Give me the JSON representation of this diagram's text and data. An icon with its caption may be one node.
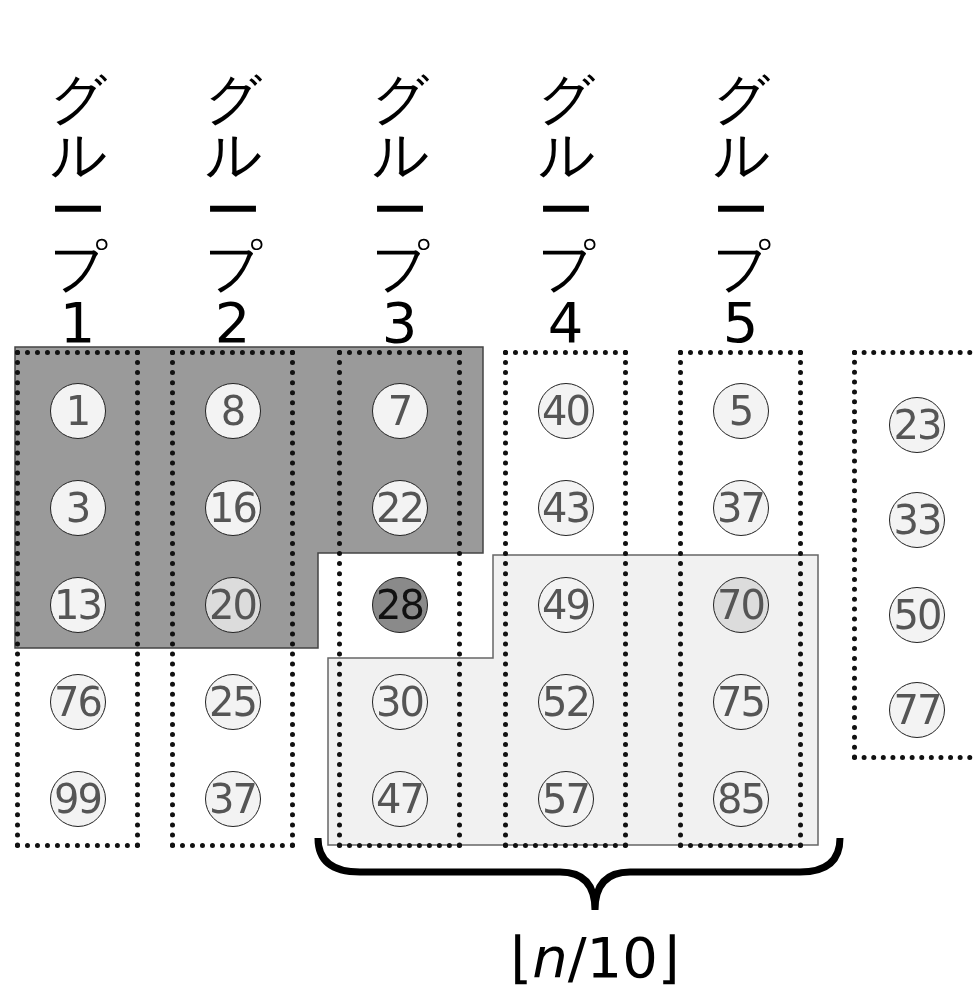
{
  "diagram": {
    "nodes": [
      {
        "text": [
          "グループ1"
        ]
      },
      {
        "text": [
          "1"
        ],
        "in": 0
      },
      {
        "text": [
          "3"
        ],
        "in": 0
      },
      {
        "text": [
          "13"
        ],
        "in": 0
      },
      {
        "text": [
          "76"
        ],
        "in": 0
      },
      {
        "text": [
          "99"
        ],
        "in": 0
      },
      {
        "text": [
          "グループ2"
        ]
      },
      {
        "text": [
          "8"
        ],
        "in": 6
      },
      {
        "text": [
          "16"
        ],
        "in": 6
      },
      {
        "text": [
          "20"
        ],
        "in": 6
      },
      {
        "text": [
          "25"
        ],
        "in": 6
      },
      {
        "text": [
          "37"
        ],
        "in": 6
      },
      {
        "text": [
          "グループ3"
        ]
      },
      {
        "text": [
          "7"
        ],
        "in": 12
      },
      {
        "text": [
          "22"
        ],
        "in": 12
      },
      {
        "text": [
          "28"
        ],
        "in": 12
      },
      {
        "text": [
          "30"
        ],
        "in": 12
      },
      {
        "text": [
          "47"
        ],
        "in": 12
      },
      {
        "text": [
          "グループ4"
        ]
      },
      {
        "text": [
          "40"
        ],
        "in": 18
      },
      {
        "text": [
          "43"
        ],
        "in": 18
      },
      {
        "text": [
          "49"
        ],
        "in": 18
      },
      {
        "text": [
          "52"
        ],
        "in": 18
      },
      {
        "text": [
          "57"
        ],
        "in": 18
      },
      {
        "text": [
          "グループ5"
        ]
      },
      {
        "text": [
          "5"
        ],
        "in": 24
      },
      {
        "text": [
          "37"
        ],
        "in": 24
      },
      {
        "text": [
          "70"
        ],
        "in": 24
      },
      {
        "text": [
          "75"
        ],
        "in": 24
      },
      {
        "text": [
          "85"
        ],
        "in": 24
      },
      {
        "text": [],
        "shape": "box"
      },
      {
        "text": [
          "23"
        ],
        "in": 30
      },
      {
        "text": [
          "33"
        ],
        "in": 30
      },
      {
        "text": [
          "50"
        ],
        "in": 30
      },
      {
        "text": [
          "77"
        ],
        "in": 30
      }
    ],
    "labels": [
      "⌊*n*/10⌋"
    ]
  }
}
